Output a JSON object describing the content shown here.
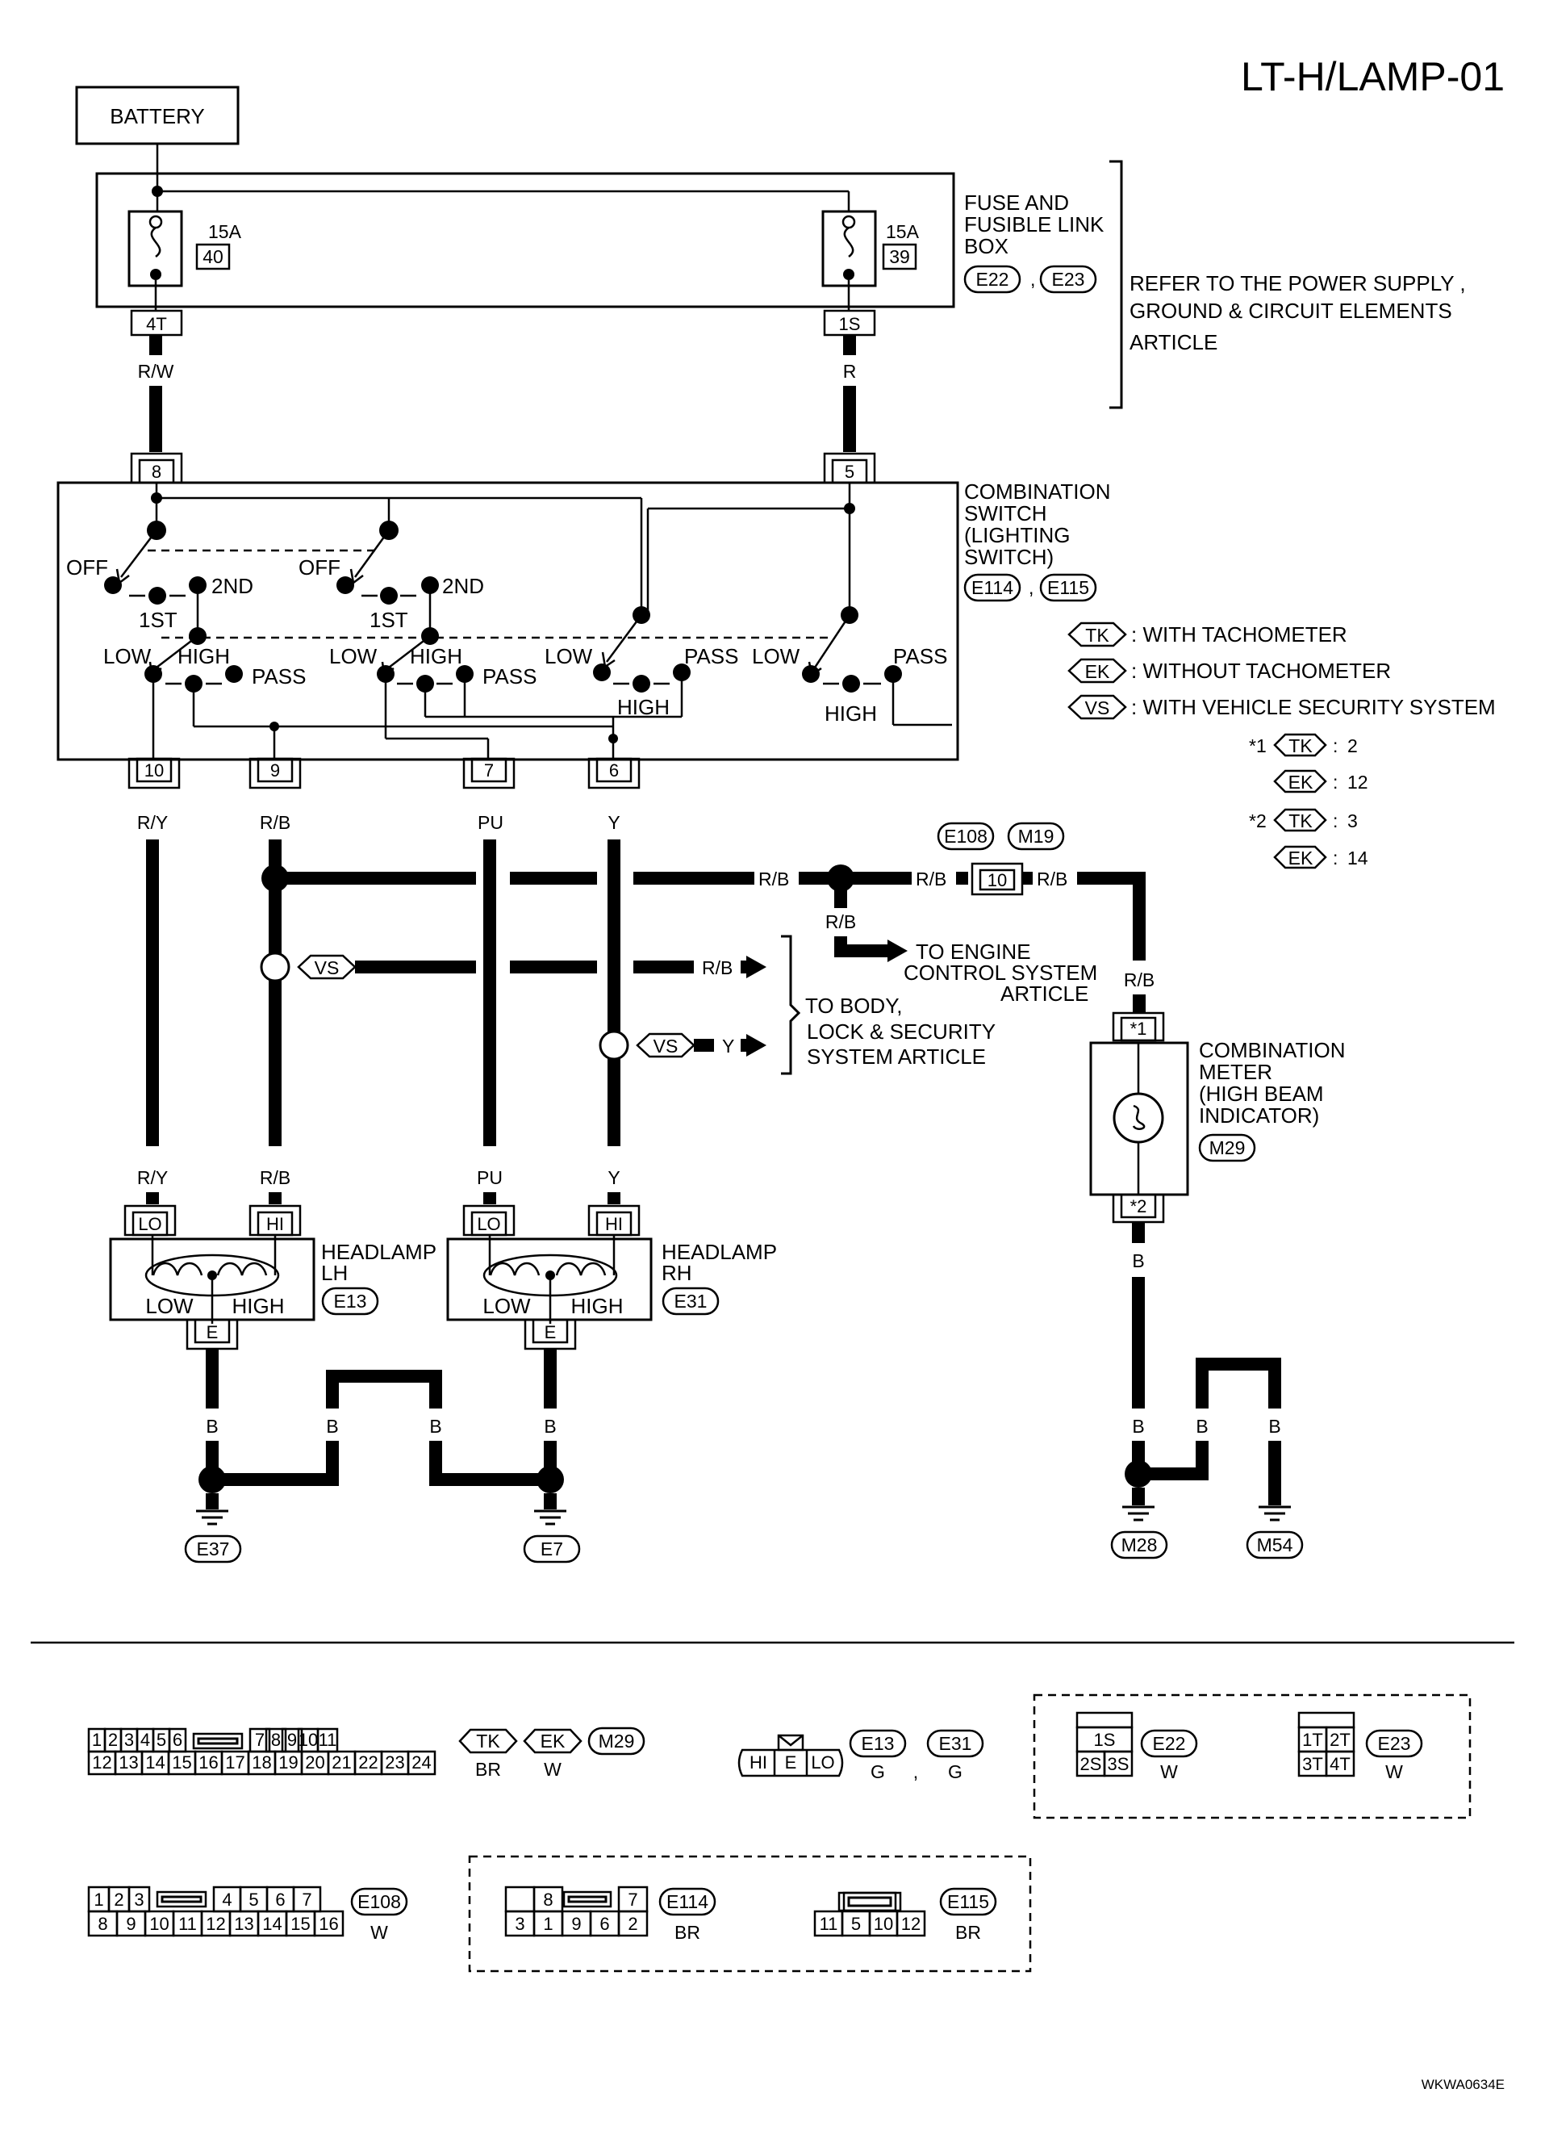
{
  "diagram_id": "LT-H/LAMP-01",
  "battery": "BATTERY",
  "fuse_box": {
    "label": [
      "FUSE AND",
      "FUSIBLE LINK",
      "BOX"
    ],
    "connectors": [
      "E22",
      "E23"
    ],
    "fuse_left": {
      "amp": "15A",
      "num": "40",
      "terminal": "4T"
    },
    "fuse_right": {
      "amp": "15A",
      "num": "39",
      "terminal": "1S"
    }
  },
  "power_note": [
    "REFER TO THE POWER SUPPLY ,",
    "GROUND & CIRCUIT ELEMENTS",
    "ARTICLE"
  ],
  "wire_colors": {
    "rw": "R/W",
    "r": "R",
    "ry": "R/Y",
    "rb": "R/B",
    "pu": "PU",
    "y": "Y",
    "b": "B"
  },
  "combo_switch": {
    "label": [
      "COMBINATION",
      "SWITCH",
      "(LIGHTING",
      "SWITCH)"
    ],
    "connectors": [
      "E114",
      "E115"
    ],
    "pins_top": [
      "8",
      "5"
    ],
    "pins_bottom": [
      "10",
      "9",
      "7",
      "6"
    ],
    "positions": {
      "off": "OFF",
      "first": "1ST",
      "second": "2ND",
      "low": "LOW",
      "high": "HIGH",
      "pass": "PASS"
    }
  },
  "legend": [
    {
      "tag": "TK",
      "text": ": WITH TACHOMETER"
    },
    {
      "tag": "EK",
      "text": ": WITHOUT TACHOMETER"
    },
    {
      "tag": "VS",
      "text": ": WITH VEHICLE SECURITY SYSTEM"
    }
  ],
  "notes": [
    {
      "mark": "*1",
      "tk": "2",
      "ek": "12"
    },
    {
      "mark": "*2",
      "tk": "3",
      "ek": "14"
    }
  ],
  "joint_connector": {
    "ids": [
      "E108",
      "M19"
    ],
    "pin": "10"
  },
  "to_engine": [
    "TO ENGINE",
    "CONTROL SYSTEM",
    "ARTICLE"
  ],
  "to_body": [
    "TO BODY,",
    "LOCK & SECURITY",
    "SYSTEM ARTICLE"
  ],
  "vs_tag": "VS",
  "combo_meter": {
    "label": [
      "COMBINATION",
      "METER",
      "(HIGH BEAM",
      "INDICATOR)"
    ],
    "connector": "M29",
    "pin_top": "*1",
    "pin_bottom": "*2"
  },
  "headlamp_lh": {
    "label": [
      "HEADLAMP",
      "LH"
    ],
    "connector": "E13",
    "lo": "LO",
    "hi": "HI",
    "low": "LOW",
    "high": "HIGH",
    "e": "E"
  },
  "headlamp_rh": {
    "label": [
      "HEADLAMP",
      "RH"
    ],
    "connector": "E31",
    "lo": "LO",
    "hi": "HI",
    "low": "LOW",
    "high": "HIGH",
    "e": "E"
  },
  "grounds": [
    "E37",
    "E7",
    "M28",
    "M54"
  ],
  "connector_views": {
    "m29": {
      "top": [
        "1",
        "2",
        "3",
        "4",
        "5",
        "6",
        "7",
        "8",
        "9",
        "10",
        "11"
      ],
      "bottom": [
        "12",
        "13",
        "14",
        "15",
        "16",
        "17",
        "18",
        "19",
        "20",
        "21",
        "22",
        "23",
        "24"
      ],
      "tk": "TK",
      "ek": "EK",
      "id": "M29",
      "tk_color": "BR",
      "ek_color": "W"
    },
    "e13": {
      "pins": [
        "HI",
        "E",
        "LO"
      ],
      "id1": "E13",
      "id2": "E31",
      "color1": "G",
      "color2": "G",
      "sep": ","
    },
    "e22": {
      "top": [
        "1S"
      ],
      "bottom": [
        "2S",
        "3S"
      ],
      "id": "E22",
      "color": "W"
    },
    "e23": {
      "top": [
        "1T",
        "2T"
      ],
      "bottom": [
        "3T",
        "4T"
      ],
      "id": "E23",
      "color": "W"
    },
    "e108": {
      "top": [
        "1",
        "2",
        "3",
        "4",
        "5",
        "6",
        "7"
      ],
      "bottom": [
        "8",
        "9",
        "10",
        "11",
        "12",
        "13",
        "14",
        "15",
        "16"
      ],
      "id": "E108",
      "color": "W"
    },
    "e114": {
      "top": [
        "8",
        "7"
      ],
      "bottom": [
        "3",
        "1",
        "9",
        "6",
        "2"
      ],
      "id": "E114",
      "color": "BR"
    },
    "e115": {
      "bottom": [
        "11",
        "5",
        "10",
        "12"
      ],
      "id": "E115",
      "color": "BR"
    }
  },
  "figure_code": "WKWA0634E"
}
